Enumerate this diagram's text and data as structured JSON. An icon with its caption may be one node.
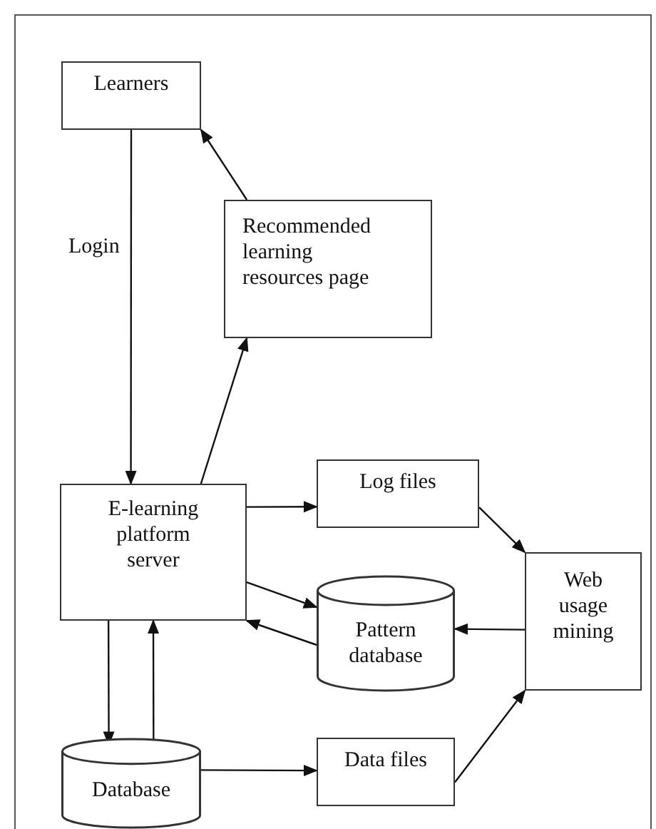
{
  "diagram": {
    "nodes": [
      {
        "text": [
          "Learners"
        ]
      },
      {
        "text": [
          "Recommended learning resources page"
        ]
      },
      {
        "text": [
          "E-learning platform server"
        ]
      },
      {
        "text": [
          "Log files"
        ]
      },
      {
        "text": [
          "Pattern database"
        ]
      },
      {
        "text": [
          "Web usage mining"
        ]
      },
      {
        "text": [
          "Database"
        ]
      },
      {
        "text": [
          "Data files"
        ]
      }
    ],
    "edges": [
      {
        "from": 0,
        "to": 2,
        "arrow": "to",
        "label": "Login"
      },
      {
        "from": 2,
        "to": 1,
        "arrow": "to"
      },
      {
        "from": 1,
        "to": 0,
        "arrow": "to"
      },
      {
        "from": 2,
        "to": 3,
        "arrow": "to"
      },
      {
        "from": 2,
        "to": 4,
        "arrow": "to"
      },
      {
        "from": 4,
        "to": 2,
        "arrow": "to"
      },
      {
        "from": 5,
        "to": 4,
        "arrow": "to"
      },
      {
        "from": 3,
        "to": 5,
        "arrow": "to"
      },
      {
        "from": 2,
        "to": 6,
        "arrow": "to"
      },
      {
        "from": 6,
        "to": 2,
        "arrow": "to"
      },
      {
        "from": 6,
        "to": 7,
        "arrow": "to"
      },
      {
        "from": 7,
        "to": 5,
        "arrow": "to"
      }
    ]
  }
}
